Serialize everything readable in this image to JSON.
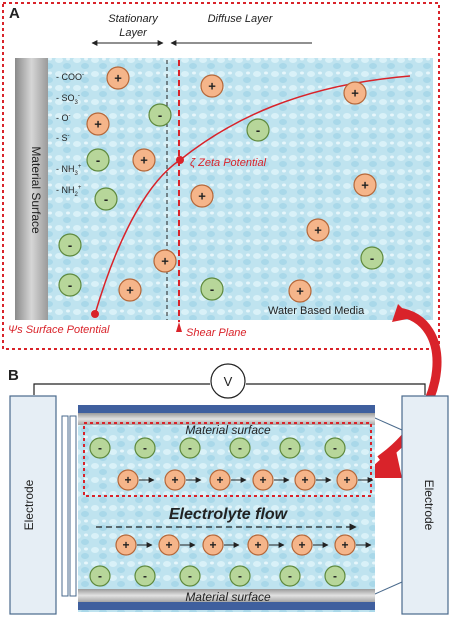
{
  "colors": {
    "accent_red": "#d9232a",
    "water_light": "#cfeaf3",
    "water_mid": "#9fd4e6",
    "pos_fill": "#f5b58a",
    "pos_stroke": "#b5683a",
    "neg_fill": "#b7d69a",
    "neg_stroke": "#5f8a3e",
    "electrode_fill": "#e6eef5",
    "electrode_stroke": "#4a6a8c",
    "plate_blue": "#3f5f9e"
  },
  "panel_a": {
    "label": "A",
    "stationary_layer": [
      "Stationary",
      "Layer"
    ],
    "diffuse_layer": "Diffuse Layer",
    "material_surface": "Material Surface",
    "surface_groups": [
      "- COO",
      "- SO",
      "- O",
      "- S",
      "- NH",
      "- NH"
    ],
    "surface_groups_sub": [
      "",
      "3",
      "",
      "",
      "3",
      "2"
    ],
    "surface_groups_sup": [
      "-",
      "-",
      "-",
      "-",
      "+",
      "+"
    ],
    "zeta_potential": "ζ Zeta Potential",
    "surface_potential": "Ψs Surface Potential",
    "shear_plane": "Shear Plane",
    "water_media": "Water Based Media",
    "plus": "+",
    "minus": "-"
  },
  "panel_b": {
    "label": "B",
    "voltmeter": "V",
    "electrode_left": "Electrode",
    "electrode_right": "Electrode",
    "material_surface_top": "Material surface",
    "material_surface_bottom": "Material surface",
    "electrolyte_flow": "Electrolyte flow",
    "plus": "+",
    "minus": "-"
  }
}
